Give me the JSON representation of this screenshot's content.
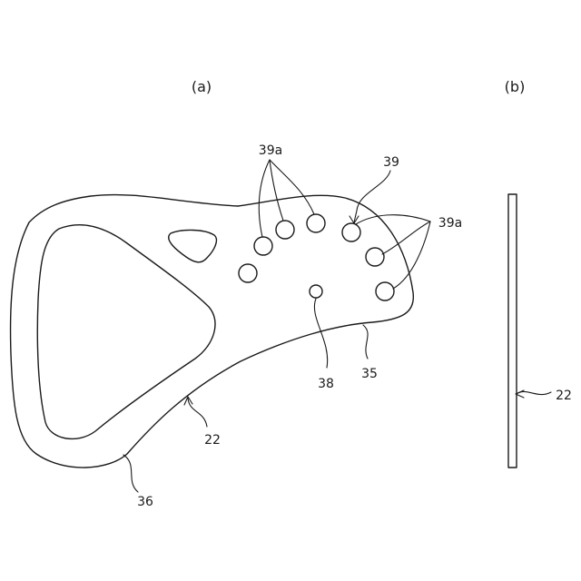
{
  "panels": {
    "a": "(a)",
    "b": "(b)"
  },
  "labels": {
    "l39a_top": "39a",
    "l39": "39",
    "l39a_right": "39a",
    "l38": "38",
    "l35": "35",
    "l22": "22",
    "l36": "36",
    "l22_side": "22"
  }
}
